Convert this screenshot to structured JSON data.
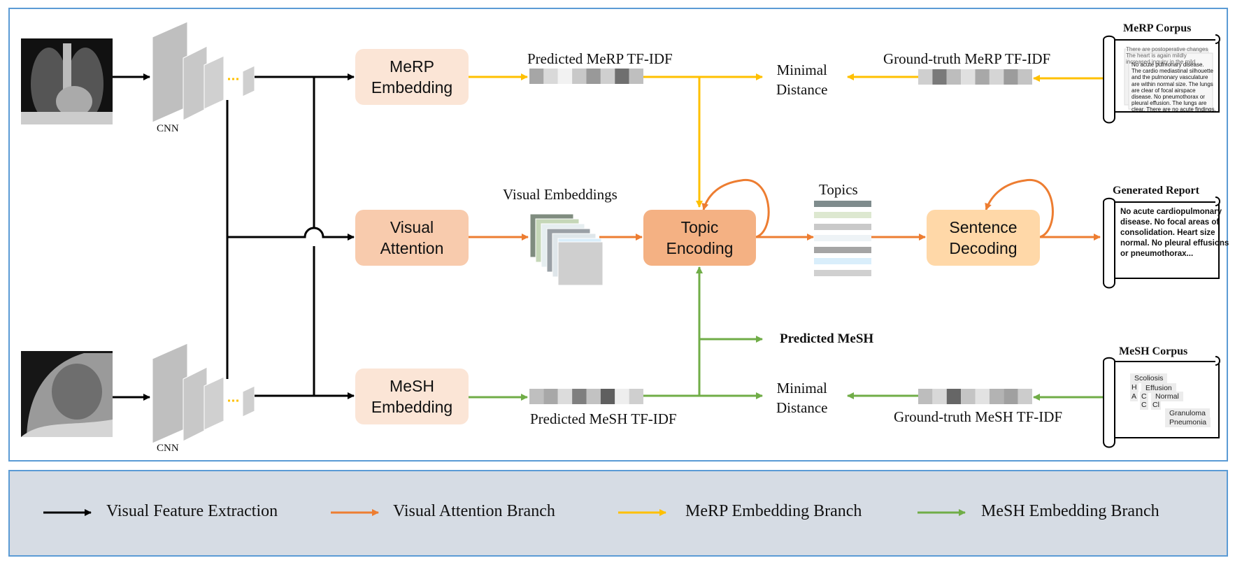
{
  "colors": {
    "black_arrow": "#000000",
    "orange_arrow": "#ed7d31",
    "yellow_arrow": "#ffc000",
    "green_arrow": "#70ad47",
    "frame_border": "#5b9bd5",
    "legend_bg": "#d6dce4",
    "light_box": "#fbe5d6",
    "mid_box": "#f8cbad",
    "topic_box": "#f4b183",
    "sentence_box": "#ffd8a8"
  },
  "labels": {
    "cnn_top": "CNN",
    "cnn_bottom": "CNN",
    "predicted_merp": "Predicted MeRP TF-IDF",
    "predicted_mesh_tfidf": "Predicted MeSH TF-IDF",
    "visual_embeddings": "Visual Embeddings",
    "topics": "Topics",
    "minimal_distance_top": "Minimal\nDistance",
    "minimal_distance_bottom": "Minimal\nDistance",
    "gt_merp": "Ground-truth MeRP TF-IDF",
    "gt_mesh": "Ground-truth MeSH TF-IDF",
    "predicted_mesh": "Predicted MeSH",
    "dots": "......"
  },
  "boxes": {
    "merp_embedding": "MeRP\nEmbedding",
    "visual_attention": "Visual\nAttention",
    "mesh_embedding": "MeSH\nEmbedding",
    "topic_encoding": "Topic\nEncoding",
    "sentence_decoding": "Sentence\nDecoding"
  },
  "documents": {
    "merp_corpus_title": "MeRP Corpus",
    "merp_corpus_lines": "No acute pulmonary disease.\nThe cardio mediastinal silhouette\nand the pulmonary vasculature\nare within normal size. The lungs\nare clear of focal airspace\ndisease. No pneumothorax or\npleural effusion. The lungs are\nclear. There are no acute findings.",
    "merp_corpus_back": "There are postoperative changes\nThe heart is again mildly\nincreased inquiry in the mild",
    "generated_report_title": "Generated Report",
    "generated_report_text": "No acute cardiopulmonary\ndisease.  No focal areas of\nconsolidation.  Heart size\nnormal. No pleural effusions\nor pneumothorax...",
    "mesh_corpus_title": "MeSH Corpus",
    "mesh_terms": [
      "Scoliosis",
      "H",
      "Effusion",
      "A",
      "C",
      "Normal",
      "C",
      "Cl",
      "Granuloma",
      "Pneumonia"
    ]
  },
  "legend": {
    "items": [
      {
        "label": "Visual Feature Extraction",
        "color": "#000000"
      },
      {
        "label": "Visual Attention Branch",
        "color": "#ed7d31"
      },
      {
        "label": "MeRP Embedding Branch",
        "color": "#ffc000"
      },
      {
        "label": "MeSH Embedding Branch",
        "color": "#70ad47"
      }
    ]
  }
}
